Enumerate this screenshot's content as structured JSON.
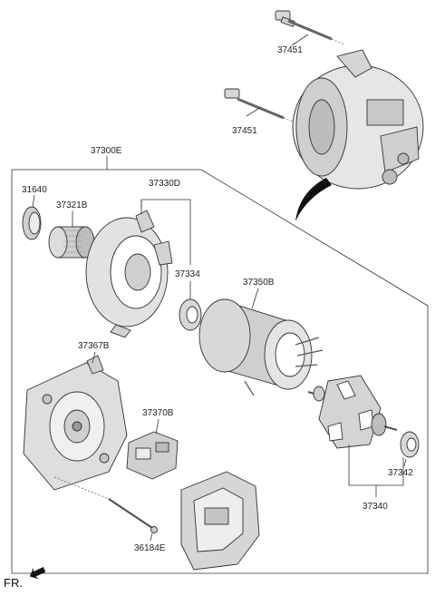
{
  "labels": {
    "bolt_upper": "37451",
    "bolt_lower": "37451",
    "alternator_assy": "37300E",
    "cap": "31640",
    "pulley": "37321B",
    "front_bracket": "37330D",
    "bearing_front": "37334",
    "stator": "37350B",
    "rear_bracket": "37367B",
    "regulator": "37370B",
    "bearing_rear": "37342",
    "rotor": "37340",
    "through_bolt": "36184E"
  },
  "footer": {
    "direction_label": "FR."
  }
}
